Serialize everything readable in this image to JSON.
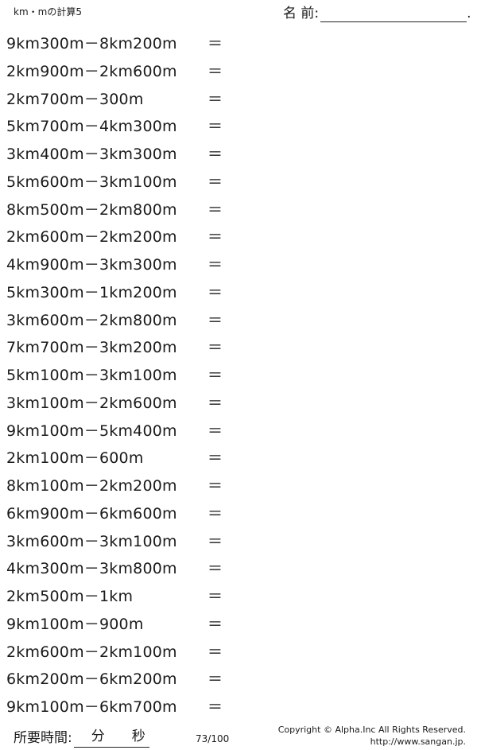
{
  "header": {
    "title": "km・mの計算5",
    "name_label": "名 前:",
    "name_dot": "."
  },
  "problems": [
    {
      "expr": "9km300m－8km200m",
      "eq": "＝"
    },
    {
      "expr": "2km900m－2km600m",
      "eq": "＝"
    },
    {
      "expr": "2km700m－300m",
      "eq": "＝"
    },
    {
      "expr": "5km700m－4km300m",
      "eq": "＝"
    },
    {
      "expr": "3km400m－3km300m",
      "eq": "＝"
    },
    {
      "expr": "5km600m－3km100m",
      "eq": "＝"
    },
    {
      "expr": "8km500m－2km800m",
      "eq": "＝"
    },
    {
      "expr": "2km600m－2km200m",
      "eq": "＝"
    },
    {
      "expr": "4km900m－3km300m",
      "eq": "＝"
    },
    {
      "expr": "5km300m－1km200m",
      "eq": "＝"
    },
    {
      "expr": "3km600m－2km800m",
      "eq": "＝"
    },
    {
      "expr": "7km700m－3km200m",
      "eq": "＝"
    },
    {
      "expr": "5km100m－3km100m",
      "eq": "＝"
    },
    {
      "expr": "3km100m－2km600m",
      "eq": "＝"
    },
    {
      "expr": "9km100m－5km400m",
      "eq": "＝"
    },
    {
      "expr": "2km100m－600m",
      "eq": "＝"
    },
    {
      "expr": "8km100m－2km200m",
      "eq": "＝"
    },
    {
      "expr": "6km900m－6km600m",
      "eq": "＝"
    },
    {
      "expr": "3km600m－3km100m",
      "eq": "＝"
    },
    {
      "expr": "4km300m－3km800m",
      "eq": "＝"
    },
    {
      "expr": "2km500m－1km",
      "eq": "＝"
    },
    {
      "expr": "9km100m－900m",
      "eq": "＝"
    },
    {
      "expr": "2km600m－2km100m",
      "eq": "＝"
    },
    {
      "expr": "6km200m－6km200m",
      "eq": "＝"
    },
    {
      "expr": "9km100m－6km700m",
      "eq": "＝"
    }
  ],
  "footer": {
    "time_label": "所要時間:",
    "minutes_unit": "分",
    "seconds_unit": "秒",
    "page_count": "73/100",
    "copyright": "Copyright © Alpha.Inc All Rights Reserved.",
    "url": "http://www.sangan.jp."
  }
}
